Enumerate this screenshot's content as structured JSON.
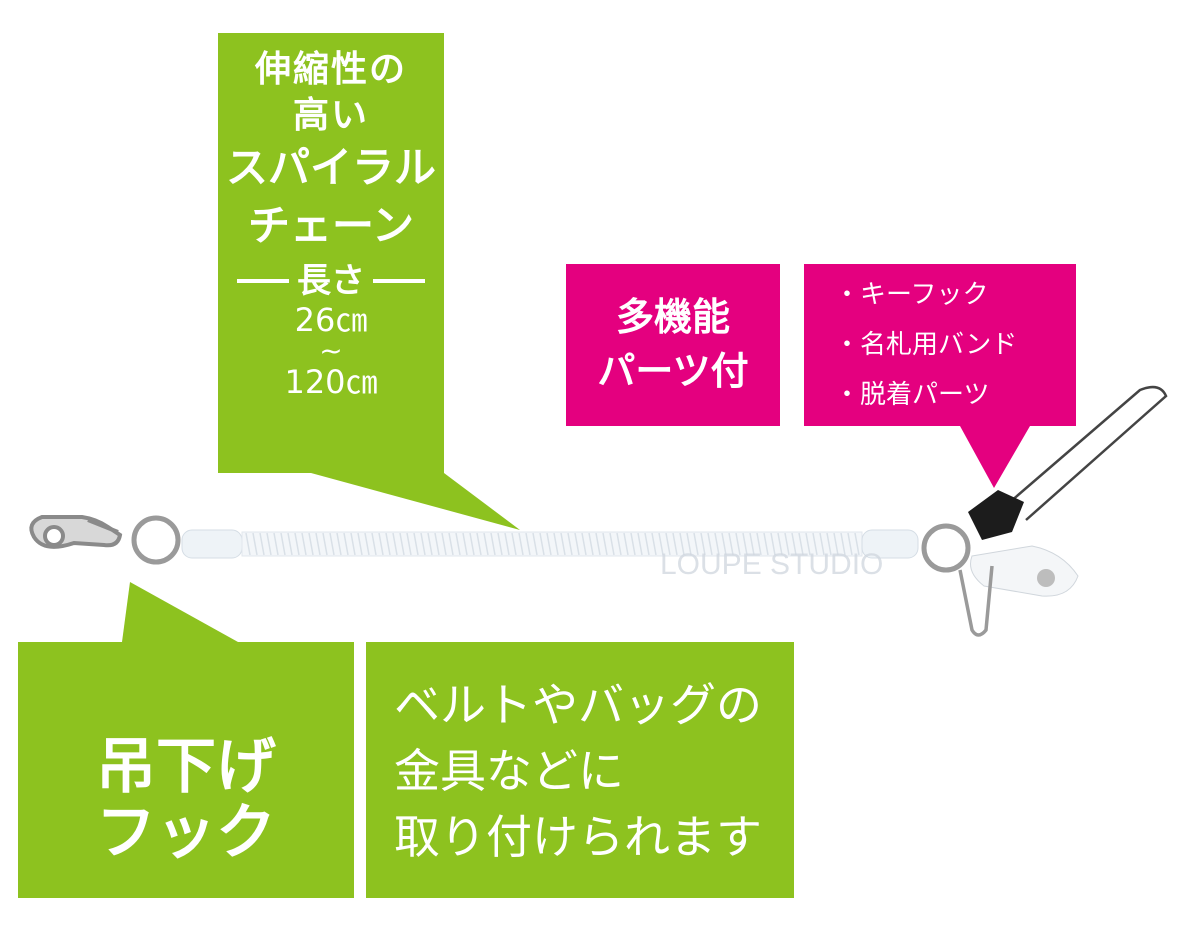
{
  "spiral_label": {
    "line1": "伸縮性の",
    "line2": "高い",
    "line3": "スパイラル",
    "line4": "チェーン",
    "length_heading": "長さ",
    "length_min": "26㎝",
    "length_sep": "~",
    "length_max": "120㎝"
  },
  "multi_label": {
    "line1": "多機能",
    "line2": "パーツ付"
  },
  "parts_list": {
    "items": [
      "・キーフック",
      "・名札用バンド",
      "・脱着パーツ"
    ]
  },
  "hook_label": {
    "line1": "吊下げ",
    "line2": "フック"
  },
  "belt_label": {
    "line1": "ベルトやバッグの",
    "line2": "金具などに",
    "line3": "取り付けられます"
  },
  "watermark": "LOUPE STUDIO",
  "colors": {
    "green": "#8dc21f",
    "magenta": "#e4007f"
  }
}
